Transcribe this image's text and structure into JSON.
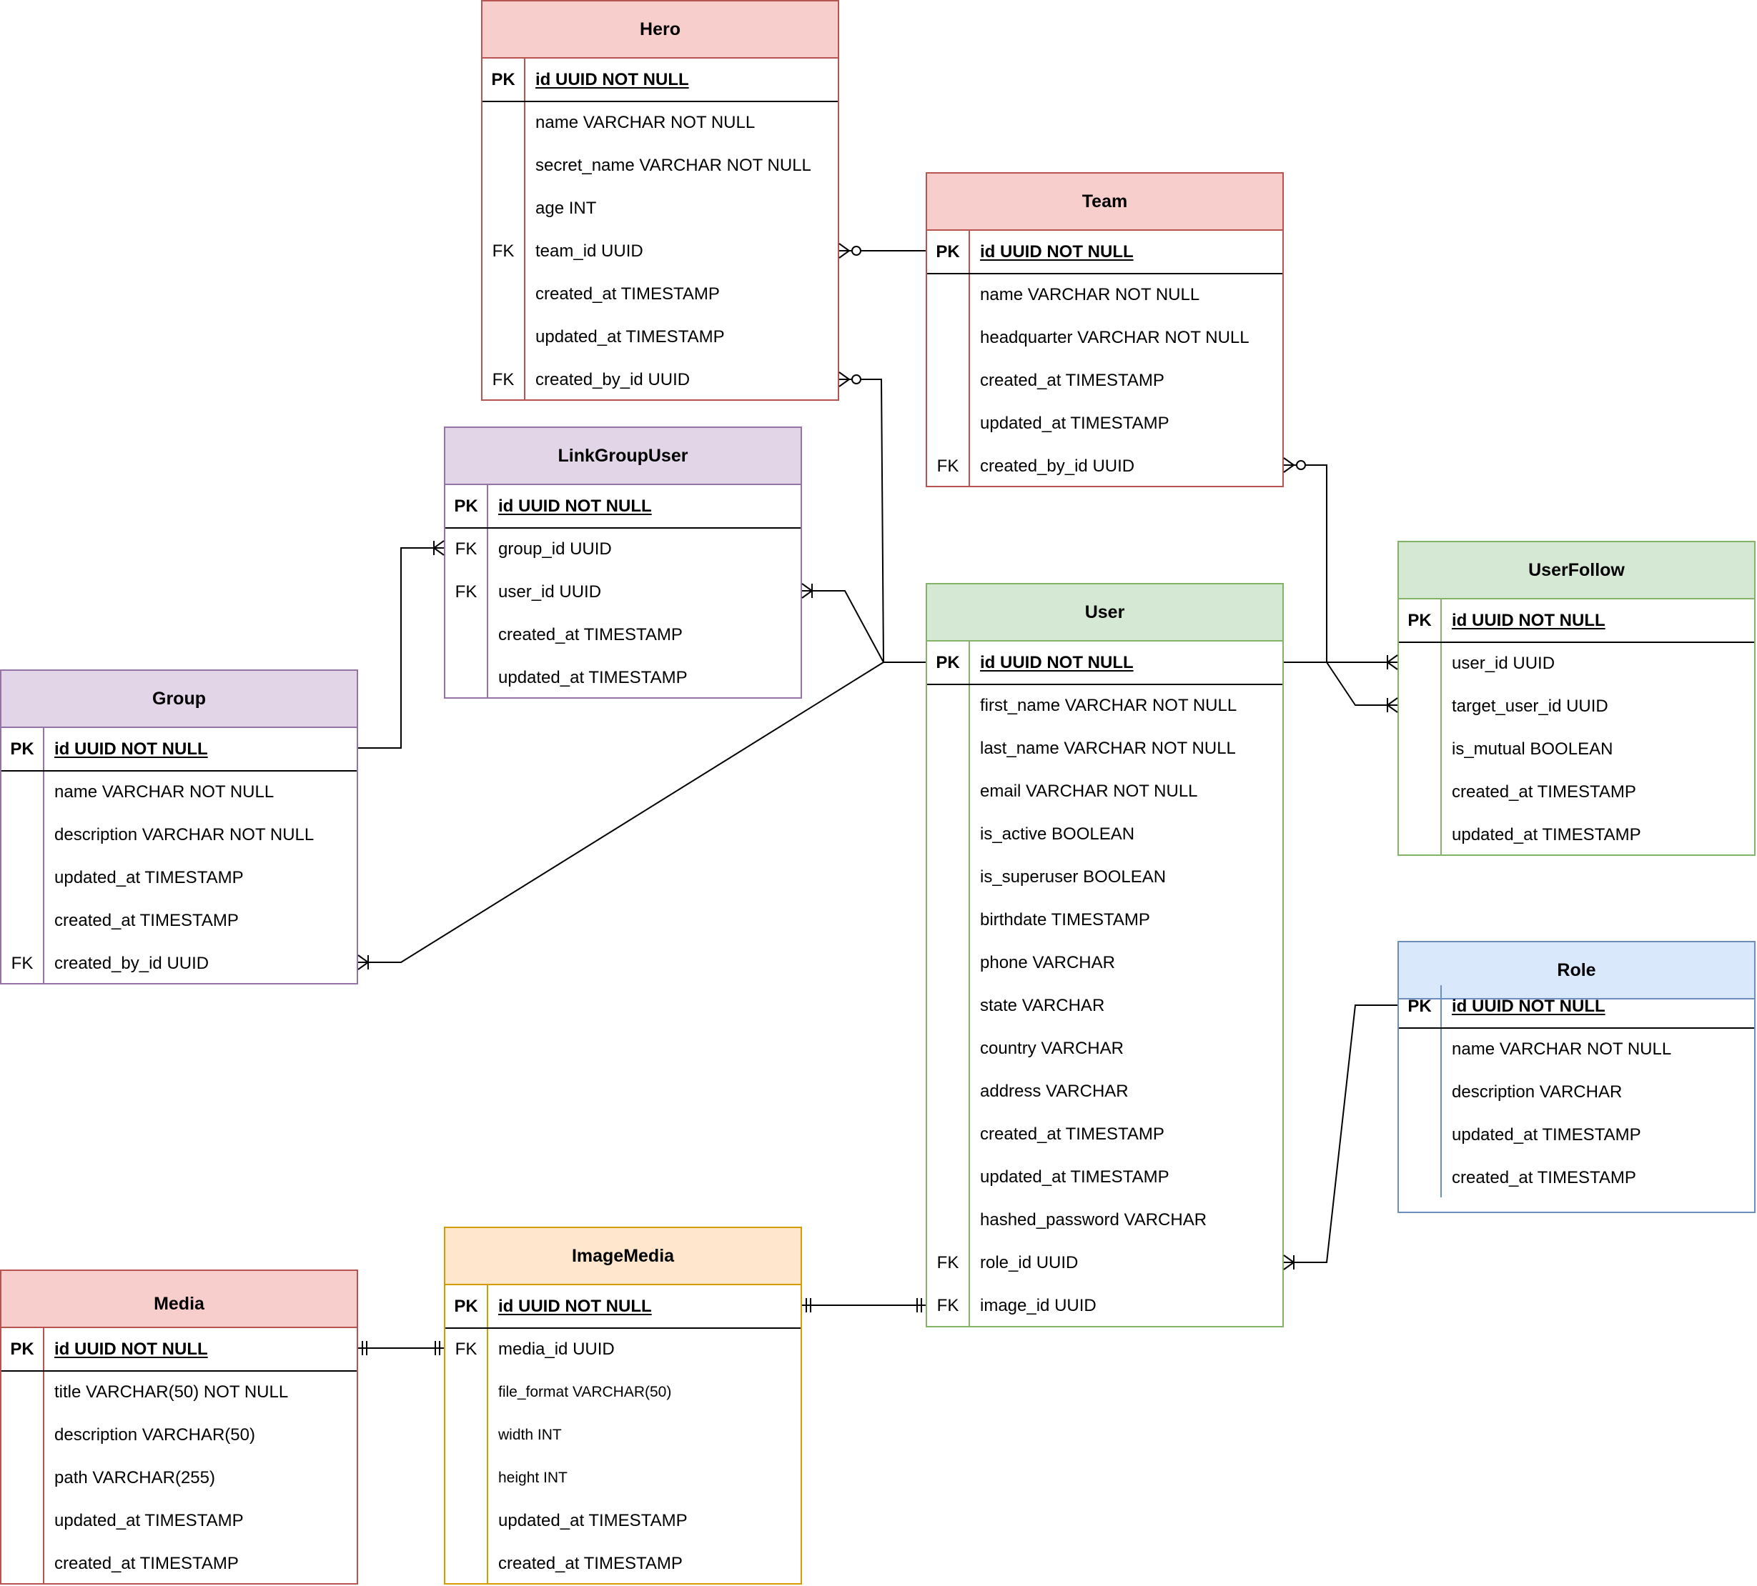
{
  "tables": {
    "hero": {
      "title": "Hero",
      "rows": [
        {
          "key": "PK",
          "field": "id UUID NOT NULL"
        },
        {
          "key": "",
          "field": "name VARCHAR NOT NULL"
        },
        {
          "key": "",
          "field": "secret_name VARCHAR NOT NULL"
        },
        {
          "key": "",
          "field": "age INT"
        },
        {
          "key": "FK",
          "field": "team_id UUID"
        },
        {
          "key": "",
          "field": "created_at TIMESTAMP"
        },
        {
          "key": "",
          "field": "updated_at TIMESTAMP"
        },
        {
          "key": "FK",
          "field": "created_by_id UUID"
        }
      ]
    },
    "team": {
      "title": "Team",
      "rows": [
        {
          "key": "PK",
          "field": "id UUID NOT NULL"
        },
        {
          "key": "",
          "field": "name VARCHAR NOT NULL"
        },
        {
          "key": "",
          "field": "headquarter VARCHAR NOT NULL"
        },
        {
          "key": "",
          "field": "created_at TIMESTAMP"
        },
        {
          "key": "",
          "field": "updated_at TIMESTAMP"
        },
        {
          "key": "FK",
          "field": "created_by_id UUID"
        }
      ]
    },
    "linkgroupuser": {
      "title": "LinkGroupUser",
      "rows": [
        {
          "key": "PK",
          "field": "id UUID NOT NULL"
        },
        {
          "key": "FK",
          "field": "group_id UUID"
        },
        {
          "key": "FK",
          "field": "user_id UUID"
        },
        {
          "key": "",
          "field": "created_at TIMESTAMP"
        },
        {
          "key": "",
          "field": "updated_at TIMESTAMP"
        }
      ]
    },
    "group": {
      "title": "Group",
      "rows": [
        {
          "key": "PK",
          "field": "id UUID NOT NULL"
        },
        {
          "key": "",
          "field": "name VARCHAR NOT NULL"
        },
        {
          "key": "",
          "field": "description VARCHAR NOT NULL"
        },
        {
          "key": "",
          "field": "updated_at TIMESTAMP"
        },
        {
          "key": "",
          "field": "created_at TIMESTAMP"
        },
        {
          "key": "FK",
          "field": "created_by_id UUID"
        }
      ]
    },
    "user": {
      "title": "User",
      "rows": [
        {
          "key": "PK",
          "field": "id UUID NOT NULL"
        },
        {
          "key": "",
          "field": "first_name VARCHAR NOT NULL"
        },
        {
          "key": "",
          "field": "last_name VARCHAR NOT NULL"
        },
        {
          "key": "",
          "field": "email VARCHAR NOT NULL"
        },
        {
          "key": "",
          "field": "is_active BOOLEAN"
        },
        {
          "key": "",
          "field": "is_superuser BOOLEAN"
        },
        {
          "key": "",
          "field": "birthdate TIMESTAMP"
        },
        {
          "key": "",
          "field": "phone VARCHAR"
        },
        {
          "key": "",
          "field": "state VARCHAR"
        },
        {
          "key": "",
          "field": "country VARCHAR"
        },
        {
          "key": "",
          "field": "address VARCHAR"
        },
        {
          "key": "",
          "field": "created_at TIMESTAMP"
        },
        {
          "key": "",
          "field": "updated_at TIMESTAMP"
        },
        {
          "key": "",
          "field": "hashed_password VARCHAR"
        },
        {
          "key": "FK",
          "field": "role_id UUID"
        },
        {
          "key": "FK",
          "field": "image_id UUID"
        }
      ]
    },
    "userfollow": {
      "title": "UserFollow",
      "rows": [
        {
          "key": "PK",
          "field": "id UUID NOT NULL"
        },
        {
          "key": "",
          "field": "user_id UUID"
        },
        {
          "key": "",
          "field": "target_user_id UUID"
        },
        {
          "key": "",
          "field": "is_mutual BOOLEAN"
        },
        {
          "key": "",
          "field": "created_at TIMESTAMP"
        },
        {
          "key": "",
          "field": "updated_at TIMESTAMP"
        }
      ]
    },
    "role": {
      "title": "Role",
      "rows": [
        {
          "key": "PK",
          "field": "id UUID NOT NULL"
        },
        {
          "key": "",
          "field": "name VARCHAR NOT NULL"
        },
        {
          "key": "",
          "field": "description VARCHAR"
        },
        {
          "key": "",
          "field": "updated_at TIMESTAMP"
        },
        {
          "key": "",
          "field": "created_at TIMESTAMP"
        }
      ]
    },
    "imagemedia": {
      "title": "ImageMedia",
      "rows": [
        {
          "key": "PK",
          "field": "id UUID NOT NULL"
        },
        {
          "key": "FK",
          "field": "media_id UUID"
        },
        {
          "key": "",
          "field": "file_format VARCHAR(50)"
        },
        {
          "key": "",
          "field": "width INT"
        },
        {
          "key": "",
          "field": "height INT"
        },
        {
          "key": "",
          "field": "updated_at TIMESTAMP"
        },
        {
          "key": "",
          "field": "created_at TIMESTAMP"
        }
      ]
    },
    "media": {
      "title": "Media",
      "rows": [
        {
          "key": "PK",
          "field": "id UUID NOT NULL"
        },
        {
          "key": "",
          "field": "title VARCHAR(50) NOT NULL"
        },
        {
          "key": "",
          "field": "description VARCHAR(50)"
        },
        {
          "key": "",
          "field": "path VARCHAR(255)"
        },
        {
          "key": "",
          "field": "updated_at TIMESTAMP"
        },
        {
          "key": "",
          "field": "created_at TIMESTAMP"
        }
      ]
    }
  },
  "relationships": [
    {
      "from": "Hero.team_id",
      "to": "Team.id",
      "cardinality": "zero-or-many to one"
    },
    {
      "from": "Hero.created_by_id",
      "to": "User.id",
      "cardinality": "zero-or-many to one"
    },
    {
      "from": "Team.created_by_id",
      "to": "User.id",
      "cardinality": "zero-or-many to one"
    },
    {
      "from": "LinkGroupUser.group_id",
      "to": "Group.id",
      "cardinality": "one-or-many to one"
    },
    {
      "from": "LinkGroupUser.user_id",
      "to": "User.id",
      "cardinality": "one-or-many to one"
    },
    {
      "from": "Group.created_by_id",
      "to": "User.id",
      "cardinality": "one-or-many to one"
    },
    {
      "from": "UserFollow.user_id",
      "to": "User.id",
      "cardinality": "one-or-many to one"
    },
    {
      "from": "UserFollow.target_user_id",
      "to": "User.id",
      "cardinality": "one-or-many to one"
    },
    {
      "from": "User.role_id",
      "to": "Role.id",
      "cardinality": "one-or-many to one"
    },
    {
      "from": "User.image_id",
      "to": "ImageMedia.id",
      "cardinality": "one to one"
    },
    {
      "from": "ImageMedia.media_id",
      "to": "Media.id",
      "cardinality": "one to one"
    }
  ],
  "colors": {
    "red_fill": "#f8cecc",
    "red_stroke": "#b85450",
    "purple_fill": "#e1d5e7",
    "purple_stroke": "#9673a6",
    "green_fill": "#d5e8d4",
    "green_stroke": "#82b366",
    "blue_fill": "#dae8fc",
    "blue_stroke": "#6c8ebf",
    "orange_fill": "#ffe6cc",
    "orange_stroke": "#d79b00"
  }
}
